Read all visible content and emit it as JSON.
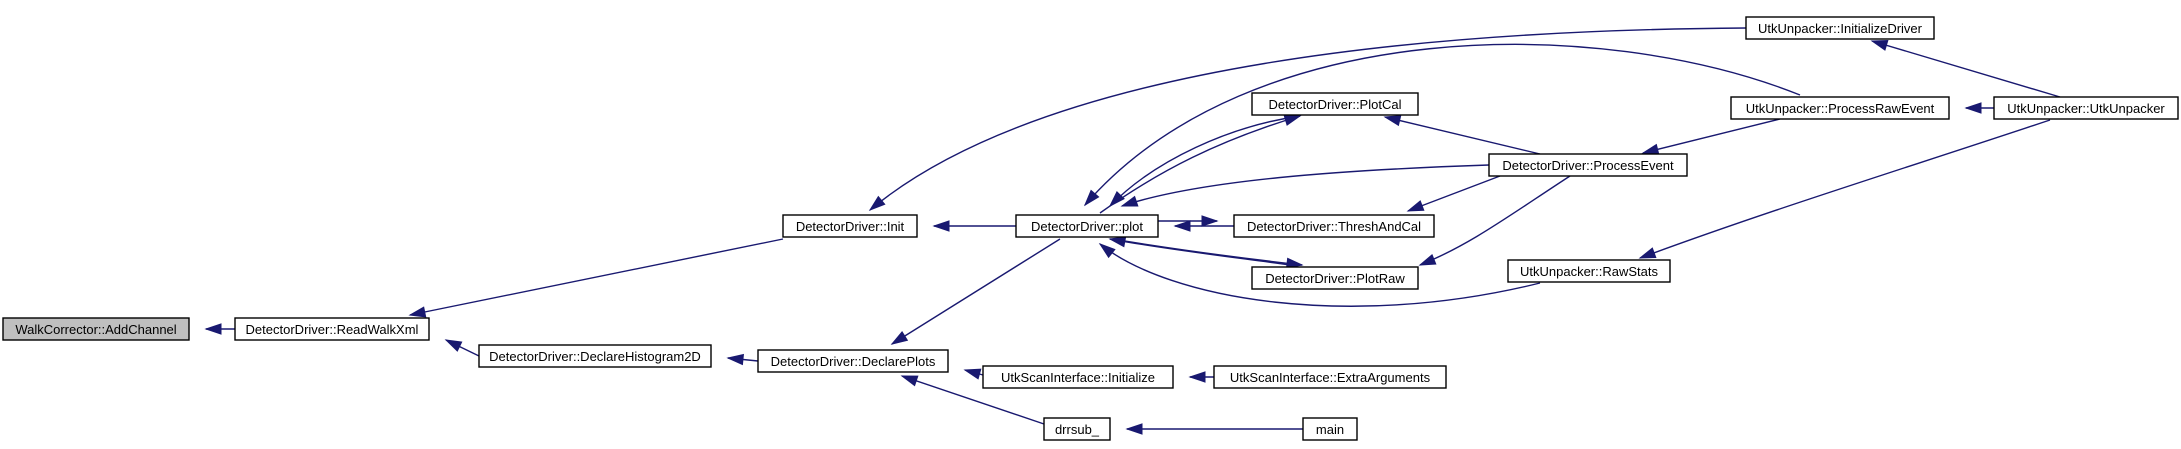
{
  "colors": {
    "edge": "#191970",
    "node_fill": "#ffffff",
    "highlight_fill": "#bfbfbf",
    "border": "#000000"
  },
  "nodes": {
    "walk_add_channel": "WalkCorrector::AddChannel",
    "read_walk_xml": "DetectorDriver::ReadWalkXml",
    "declare_histogram_2d": "DetectorDriver::DeclareHistogram2D",
    "dd_init": "DetectorDriver::Init",
    "declare_plots": "DetectorDriver::DeclarePlots",
    "dd_plot": "DetectorDriver::plot",
    "plot_cal": "DetectorDriver::PlotCal",
    "thresh_and_cal": "DetectorDriver::ThreshAndCal",
    "plot_raw": "DetectorDriver::PlotRaw",
    "process_event": "DetectorDriver::ProcessEvent",
    "usi_initialize": "UtkScanInterface::Initialize",
    "drrsub": "drrsub_",
    "usi_extra_args": "UtkScanInterface::ExtraArguments",
    "main": "main",
    "uu_initialize_driver": "UtkUnpacker::InitializeDriver",
    "uu_process_raw_event": "UtkUnpacker::ProcessRawEvent",
    "uu_raw_stats": "UtkUnpacker::RawStats",
    "uu_utk_unpacker": "UtkUnpacker::UtkUnpacker"
  },
  "edges": [
    [
      "read_walk_xml",
      "walk_add_channel"
    ],
    [
      "declare_histogram_2d",
      "read_walk_xml"
    ],
    [
      "dd_init",
      "read_walk_xml"
    ],
    [
      "declare_plots",
      "declare_histogram_2d"
    ],
    [
      "dd_plot",
      "dd_init"
    ],
    [
      "uu_initialize_driver",
      "dd_init"
    ],
    [
      "dd_plot",
      "declare_plots"
    ],
    [
      "usi_initialize",
      "declare_plots"
    ],
    [
      "drrsub",
      "declare_plots"
    ],
    [
      "plot_cal",
      "dd_plot"
    ],
    [
      "thresh_and_cal",
      "dd_plot"
    ],
    [
      "plot_raw",
      "dd_plot"
    ],
    [
      "process_event",
      "dd_plot"
    ],
    [
      "uu_process_raw_event",
      "dd_plot"
    ],
    [
      "uu_raw_stats",
      "dd_plot"
    ],
    [
      "process_event",
      "plot_cal"
    ],
    [
      "process_event",
      "thresh_and_cal"
    ],
    [
      "process_event",
      "plot_raw"
    ],
    [
      "dd_plot",
      "plot_cal"
    ],
    [
      "dd_plot",
      "thresh_and_cal"
    ],
    [
      "dd_plot",
      "plot_raw"
    ],
    [
      "uu_process_raw_event",
      "process_event"
    ],
    [
      "usi_extra_args",
      "usi_initialize"
    ],
    [
      "main",
      "drrsub"
    ],
    [
      "uu_utk_unpacker",
      "uu_initialize_driver"
    ],
    [
      "uu_utk_unpacker",
      "uu_process_raw_event"
    ],
    [
      "uu_utk_unpacker",
      "uu_raw_stats"
    ]
  ]
}
